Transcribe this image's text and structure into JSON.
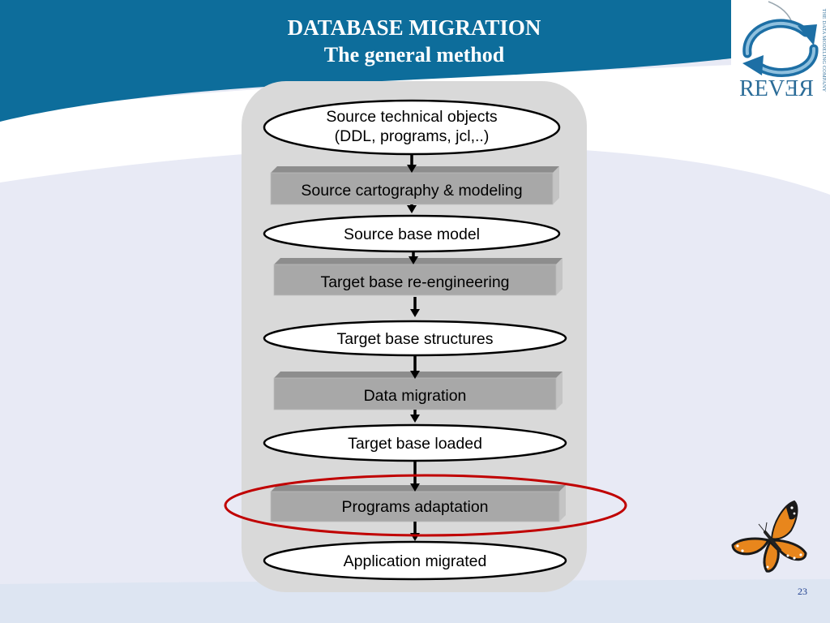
{
  "slide": {
    "title": "DATABASE MIGRATION",
    "subtitle": "The general method",
    "page_number": "23"
  },
  "logo": {
    "wordmark": "REVƎЯ",
    "tagline": "THE DATA MODELING COMPANY"
  },
  "flow": {
    "nodes": [
      {
        "lines": [
          "Source technical objects",
          "(DDL, programs, jcl,..)"
        ]
      },
      {
        "label": "Source cartography & modeling"
      },
      {
        "label": "Source base model"
      },
      {
        "label": "Target base re-engineering"
      },
      {
        "label": "Target base structures"
      },
      {
        "label": "Data migration"
      },
      {
        "label": "Target base loaded"
      },
      {
        "label": "Programs adaptation",
        "highlighted": true
      },
      {
        "label": "Application migrated"
      }
    ]
  },
  "colors": {
    "header_blue": "#0d6d9b",
    "panel_gray": "#d9d9d9",
    "highlight_red": "#c00000",
    "logo_blue": "#2b6c98",
    "butterfly_orange": "#e8861c"
  }
}
